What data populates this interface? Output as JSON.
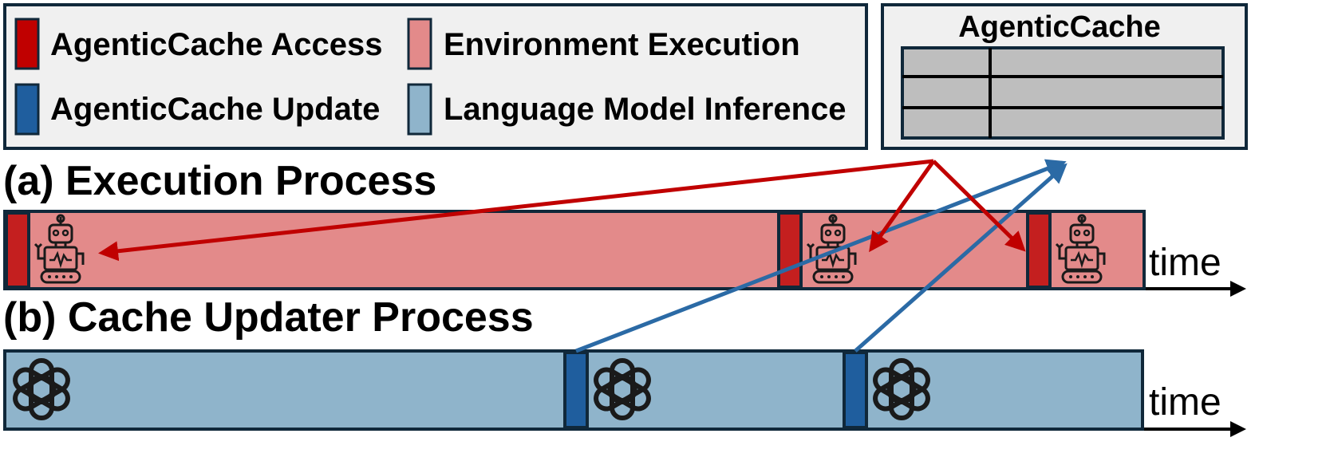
{
  "legend": {
    "items": [
      {
        "label": "AgenticCache Access",
        "color": "#c00000"
      },
      {
        "label": "Environment Execution",
        "color": "#e38a8a"
      },
      {
        "label": "AgenticCache Update",
        "color": "#1f5e9e"
      },
      {
        "label": "Language Model Inference",
        "color": "#8fb4cb"
      }
    ]
  },
  "cache_box": {
    "title": "AgenticCache",
    "rows": 3,
    "columns": 2
  },
  "panels": {
    "execution": {
      "title": "(a) Execution Process",
      "axis_label": "time"
    },
    "updater": {
      "title": "(b) Cache Updater Process",
      "axis_label": "time"
    }
  },
  "colors": {
    "access": "#c41f1f",
    "environment": "#e38a8a",
    "update": "#1f5e9e",
    "inference": "#8fb4cb",
    "frame": "#10283a",
    "legend_bg": "#f0f0f0",
    "cache_cell": "#bebebe",
    "red_arrow": "#c00000",
    "blue_arrow": "#2b6aa5"
  },
  "icons": {
    "execution_segments": "robot-icon",
    "updater_segments": "openai-logo-icon"
  }
}
